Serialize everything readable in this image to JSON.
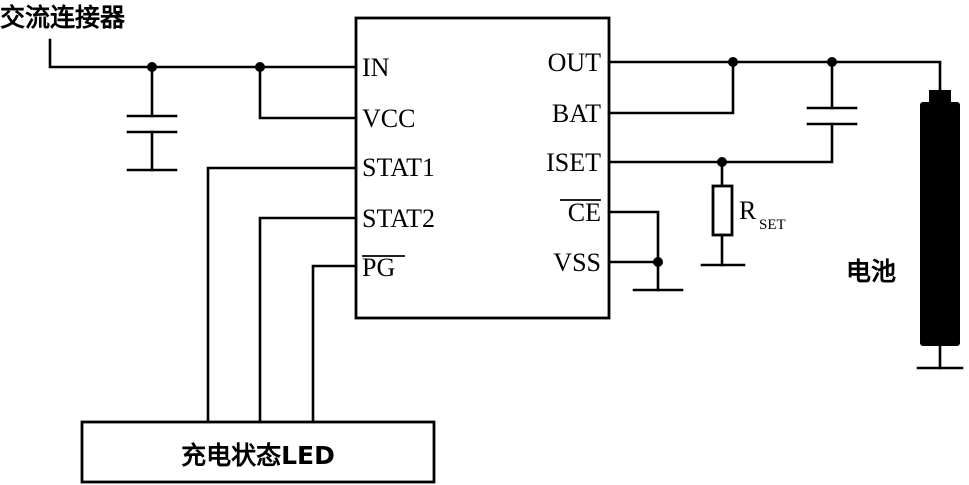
{
  "labels": {
    "ac_connector": "交流连接器",
    "battery": "电池",
    "led_box": "充电状态LED",
    "rset_main": "R",
    "rset_sub": "SET"
  },
  "pins_left": {
    "in": "IN",
    "vcc": "VCC",
    "stat1": "STAT1",
    "stat2": "STAT2",
    "pg": "PG"
  },
  "pins_right": {
    "out": "OUT",
    "bat": "BAT",
    "iset": "ISET",
    "ce": "CE",
    "vss": "VSS"
  }
}
